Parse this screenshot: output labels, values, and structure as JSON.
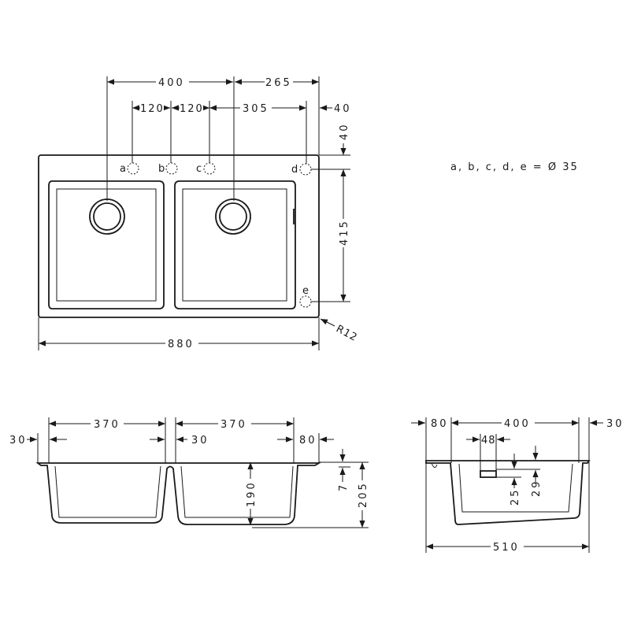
{
  "top_view": {
    "dim_400": "400",
    "dim_265": "265",
    "dim_120a": "120",
    "dim_120b": "120",
    "dim_305": "305",
    "dim_40_right": "40",
    "dim_40_top": "40",
    "dim_415": "415",
    "dim_880": "880",
    "radius": "R12",
    "holes": [
      "a",
      "b",
      "c",
      "d",
      "e"
    ]
  },
  "legend": "a, b, c, d, e = Ø 35",
  "front_view": {
    "dim_370_left": "370",
    "dim_370_right": "370",
    "dim_30_left": "30",
    "dim_30_mid": "30",
    "dim_80": "80",
    "dim_190": "190",
    "dim_7": "7",
    "dim_205": "205"
  },
  "side_view": {
    "dim_80": "80",
    "dim_400": "400",
    "dim_30": "30",
    "dim_48": "48",
    "dim_25": "25",
    "dim_29": "29",
    "dim_510": "510"
  }
}
